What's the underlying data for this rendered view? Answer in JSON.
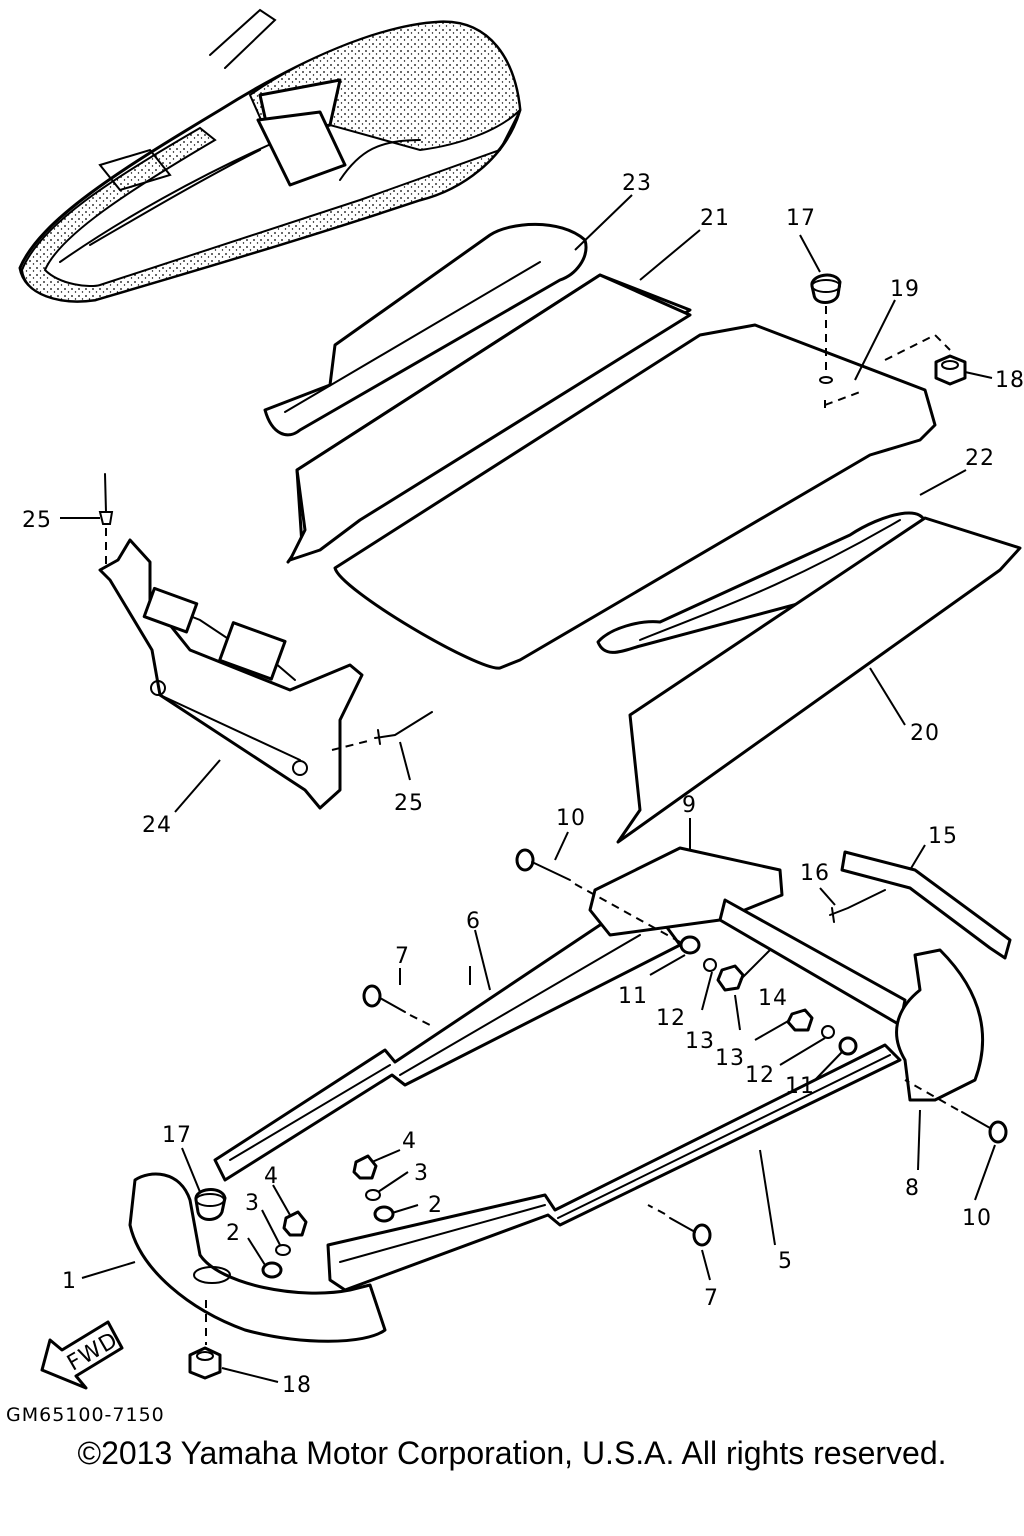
{
  "callouts": [
    "1",
    "2",
    "3",
    "4",
    "5",
    "6",
    "7",
    "8",
    "9",
    "10",
    "11",
    "12",
    "13",
    "14",
    "15",
    "16",
    "17",
    "18",
    "19",
    "20",
    "21",
    "22",
    "23",
    "24",
    "25"
  ],
  "fwd_label": "FWD",
  "part_code": "GM65100-7150",
  "copyright": "©2013 Yamaha Motor Corporation, U.S.A. All rights reserved."
}
